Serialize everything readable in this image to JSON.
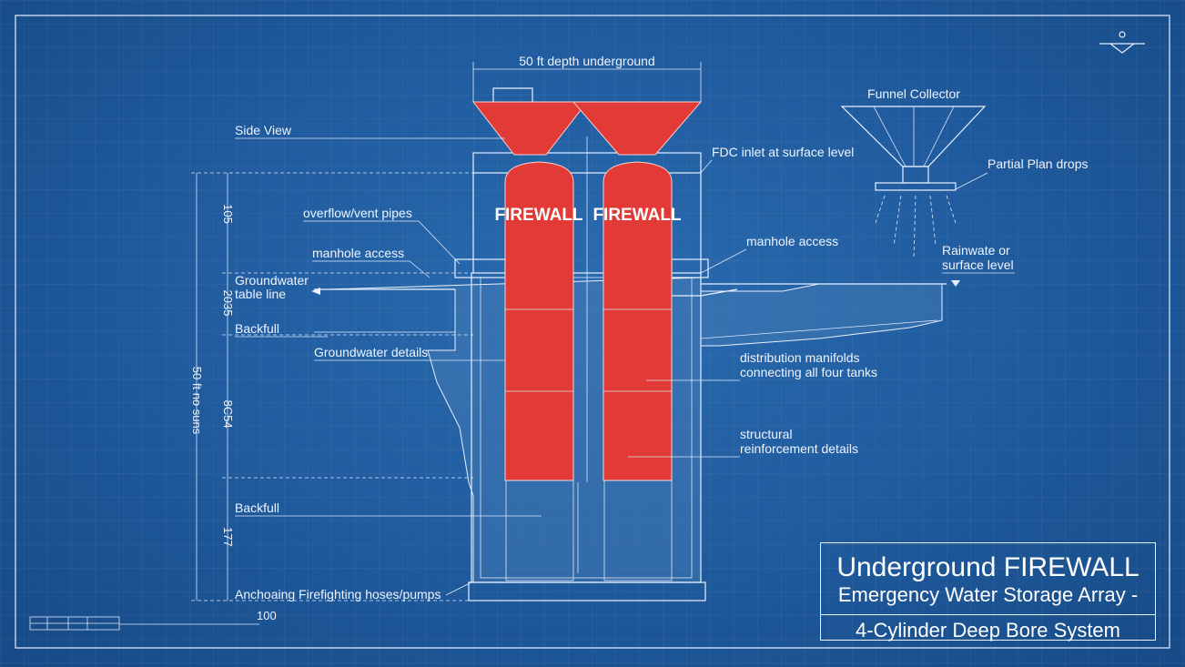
{
  "dimension_top": "50 ft depth underground",
  "labels": {
    "side_view": "Side View",
    "overflow_vent": "overflow/vent pipes",
    "manhole_left": "manhole access",
    "groundwater_table": [
      "Groundwater",
      "table line"
    ],
    "backfill_top": "Backfull",
    "groundwater_details": "Groundwater details",
    "backfill_bottom": "Backfull",
    "anchoring": "Anchoaing Firefighting hoses/pumps",
    "fdc_inlet": "FDC inlet at surface level",
    "manhole_right": "manhole access",
    "distribution": [
      "distribution manifolds",
      "connecting all four tanks"
    ],
    "structural": [
      "structural",
      "reinforcement details"
    ],
    "funnel_collector": "Funnel Collector",
    "partial_plan": "Partial Plan drops",
    "rainwater": [
      "Rainwate or",
      "surface level"
    ]
  },
  "tank_labels": [
    "FIREWALL",
    "FIREWALL"
  ],
  "dimensions_left": {
    "d1": "105",
    "d2": "2035",
    "d3": "8C54",
    "d4": "177",
    "vertical_total": "50 ft no suns"
  },
  "scale_label": "100",
  "title_block": {
    "line1": "Underground FIREWALL",
    "line2": "Emergency Water Storage Array -",
    "line3": "4-Cylinder Deep Bore System"
  },
  "colors": {
    "background": "#1f5a9c",
    "ink": "#e8f0ff",
    "tank_red": "#e23b37"
  }
}
